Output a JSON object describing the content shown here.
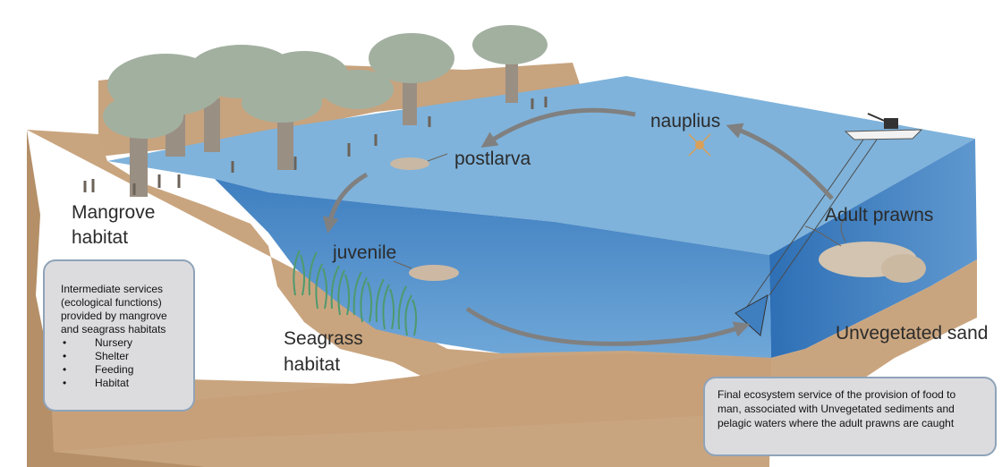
{
  "labels": {
    "nauplius": "nauplius",
    "postlarva": "postlarva",
    "mangrove_line1": "Mangrove",
    "mangrove_line2": "habitat",
    "juvenile": "juvenile",
    "adult_prawns": "Adult prawns",
    "seagrass_line1": "Seagrass",
    "seagrass_line2": "habitat",
    "unvegetated_sand": "Unvegetated sand"
  },
  "intermediate_services": {
    "heading_lines": [
      "Intermediate services",
      "(ecological functions)",
      "provided by mangrove",
      "and seagrass habitats"
    ],
    "items": [
      "Nursery",
      "Shelter",
      "Feeding",
      "Habitat"
    ]
  },
  "final_service": {
    "lines": [
      "Final ecosystem service of the provision of food to",
      "man, associated with Unvegetated sediments and",
      "pelagic waters where the adult  prawns are caught"
    ]
  },
  "colors": {
    "water_surface": "#7fb3db",
    "water_side": "#4f8dc8",
    "sand": "#c9a57f",
    "tree_canopy": "#a2b0a0",
    "tree_trunk": "#9a8f83",
    "arrow": "#808080",
    "box_fill": "#dcdcdf",
    "box_border": "#8fa3b8"
  }
}
